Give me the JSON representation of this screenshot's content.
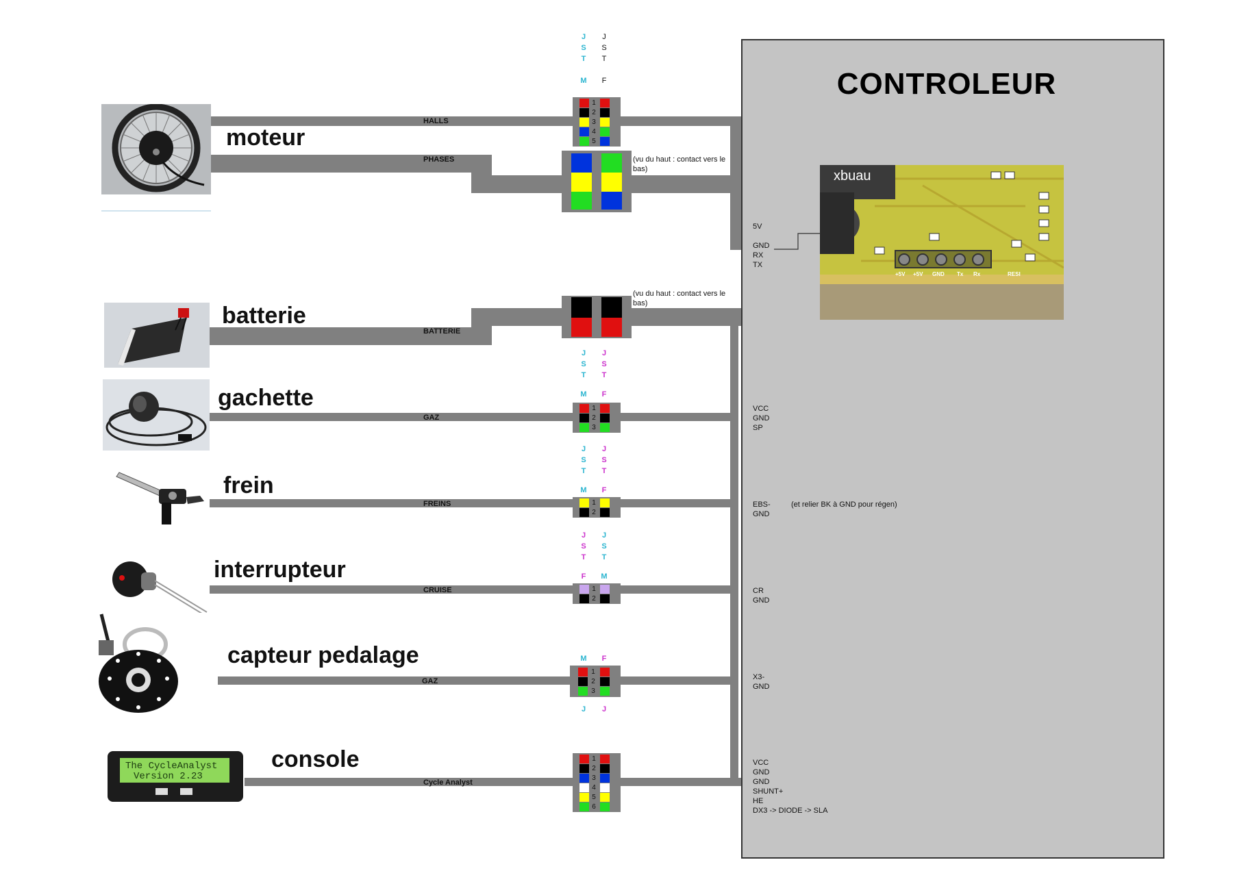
{
  "controller": {
    "title": "CONTROLEUR",
    "pcb_labels": [
      "+5V",
      "+5V",
      "GND",
      "Tx",
      "Rx",
      "RESI"
    ],
    "pcb_text": "xbuau"
  },
  "components": {
    "moteur": {
      "name": "moteur",
      "wires": [
        "HALLS",
        "PHASES"
      ]
    },
    "batterie": {
      "name": "batterie",
      "wire": "BATTERIE"
    },
    "gachette": {
      "name": "gachette",
      "wire": "GAZ"
    },
    "frein": {
      "name": "frein",
      "wire": "FREINS"
    },
    "interrupteur": {
      "name": "interrupteur",
      "wire": "CRUISE"
    },
    "capteur": {
      "name": "capteur pedalage",
      "wire": "GAZ"
    },
    "console": {
      "name": "console",
      "wire": "Cycle Analyst",
      "screen_line1": "The CycleAnalyst",
      "screen_line2": "Version  2.23"
    }
  },
  "connector_notes": {
    "phases": "(vu du haut : contact vers le bas)",
    "batterie": "(vu du haut : contact vers le bas)"
  },
  "jst_labels": {
    "j": "J",
    "s": "S",
    "t": "T",
    "m": "M",
    "f": "F"
  },
  "pin_numbers": [
    "1",
    "2",
    "3",
    "4",
    "5",
    "6"
  ],
  "controller_pins": {
    "halls": [
      "5V",
      "GND",
      "RX",
      "TX"
    ],
    "gaz": [
      "VCC",
      "GND",
      "SP"
    ],
    "freins": [
      "EBS-",
      "GND"
    ],
    "freins_note": "(et relier BK à  GND pour régen)",
    "cruise": [
      "CR",
      "GND"
    ],
    "pas": [
      "X3-",
      "GND"
    ],
    "ca": [
      "VCC",
      "GND",
      "GND",
      "SHUNT+",
      "HE",
      "DX3 -> DIODE -> SLA"
    ]
  },
  "colors": {
    "wire": "#808080",
    "controller_bg": "#c4c4c4",
    "red": "#e01010",
    "black": "#000000",
    "yellow": "#ffff00",
    "blue": "#0033dd",
    "green": "#22dd22",
    "white": "#ffffff",
    "lilac": "#c9a6ee",
    "cyan_text": "#2bb5d0",
    "magenta_text": "#cc33cc"
  }
}
